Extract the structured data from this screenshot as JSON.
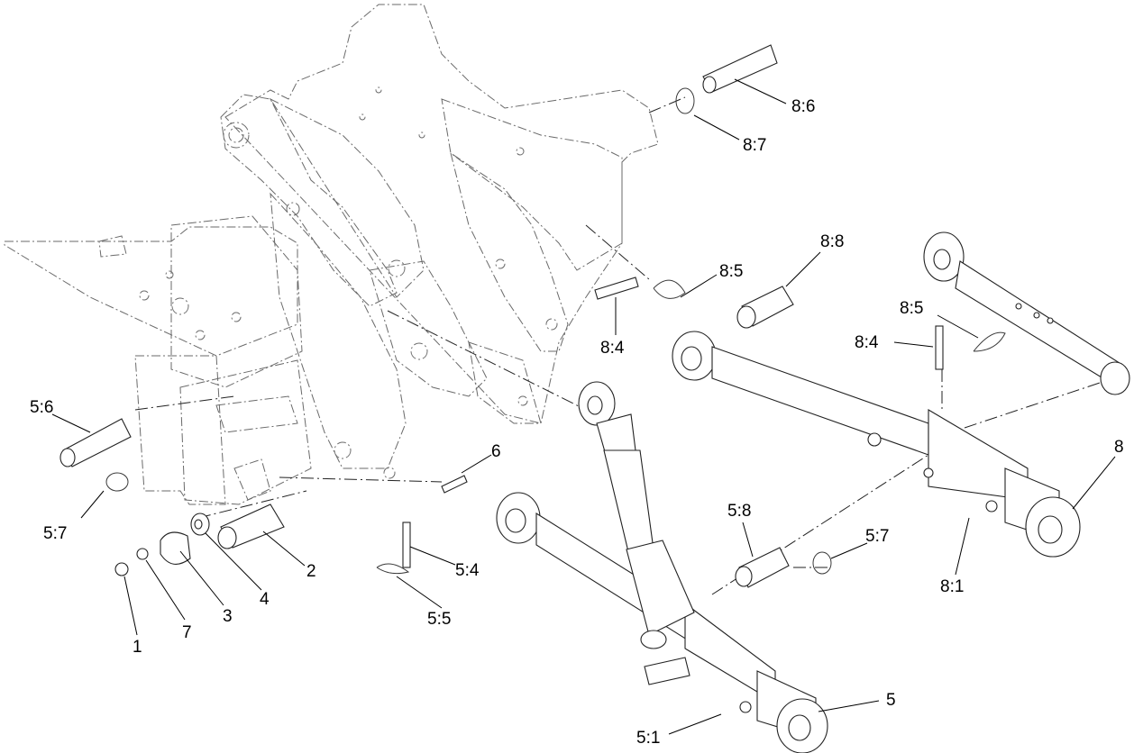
{
  "callouts": [
    {
      "id": "c-5-6",
      "text": "5:6"
    },
    {
      "id": "c-5-7a",
      "text": "5:7"
    },
    {
      "id": "c-1",
      "text": "1"
    },
    {
      "id": "c-7",
      "text": "7"
    },
    {
      "id": "c-3",
      "text": "3"
    },
    {
      "id": "c-4",
      "text": "4"
    },
    {
      "id": "c-2",
      "text": "2"
    },
    {
      "id": "c-6",
      "text": "6"
    },
    {
      "id": "c-5-4",
      "text": "5:4"
    },
    {
      "id": "c-5-5",
      "text": "5:5"
    },
    {
      "id": "c-8-6",
      "text": "8:6"
    },
    {
      "id": "c-8-7",
      "text": "8:7"
    },
    {
      "id": "c-8-5a",
      "text": "8:5"
    },
    {
      "id": "c-8-4a",
      "text": "8:4"
    },
    {
      "id": "c-8-8",
      "text": "8:8"
    },
    {
      "id": "c-8-5b",
      "text": "8:5"
    },
    {
      "id": "c-8-4b",
      "text": "8:4"
    },
    {
      "id": "c-8",
      "text": "8"
    },
    {
      "id": "c-8-1",
      "text": "8:1"
    },
    {
      "id": "c-5-8",
      "text": "5:8"
    },
    {
      "id": "c-5-7b",
      "text": "5:7"
    },
    {
      "id": "c-5",
      "text": "5"
    },
    {
      "id": "c-5-1",
      "text": "5:1"
    }
  ]
}
